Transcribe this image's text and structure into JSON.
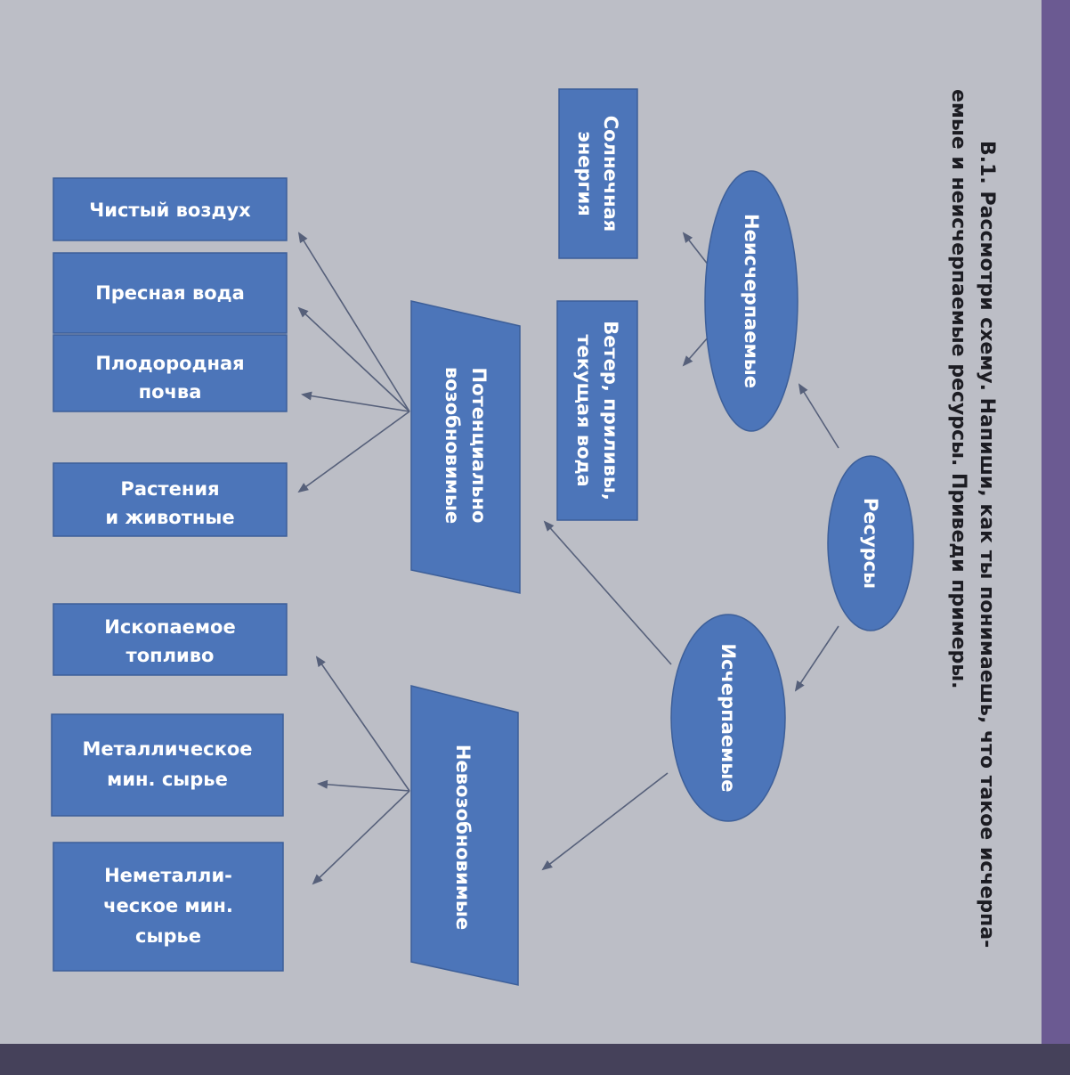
{
  "instruction": {
    "line1": "В.1. Рассмотри схему. Напиши, как ты понимаешь, что такое исчерпа-",
    "line2": "емые и неисчерпаемые ресурсы. Приведи примеры."
  },
  "nodes": {
    "resursy": "Ресурсы",
    "neischerpaemye": "Неисчерпаемые",
    "ischerpaemye": "Исчерпаемые",
    "solnechnaya_1": "Солнечная",
    "solnechnaya_2": "энергия",
    "veter_1": "Ветер, приливы,",
    "veter_2": "текущая вода",
    "potencialno_1": "Потенциально",
    "potencialno_2": "возобновимые",
    "nevozobnovimye": "Невозобновимые",
    "chisty_vozduh": "Чистый воздух",
    "presnaya_voda": "Пресная вода",
    "plodorodnaya_1": "Плодородная",
    "plodorodnaya_2": "почва",
    "rasteniya_1": "Растения",
    "rasteniya_2": "и животные",
    "iskopaemoe_1": "Ископаемое",
    "iskopaemoe_2": "топливо",
    "metall_1": "Металлическое",
    "metall_2": "мин. сырье",
    "nemetall_1": "Неметалли-",
    "nemetall_2": "ческое мин.",
    "nemetall_3": "сырье"
  },
  "colors": {
    "node_fill": "#4c75b9",
    "node_stroke": "#3d5f99",
    "arrow": "#56607a",
    "text": "#ffffff"
  }
}
